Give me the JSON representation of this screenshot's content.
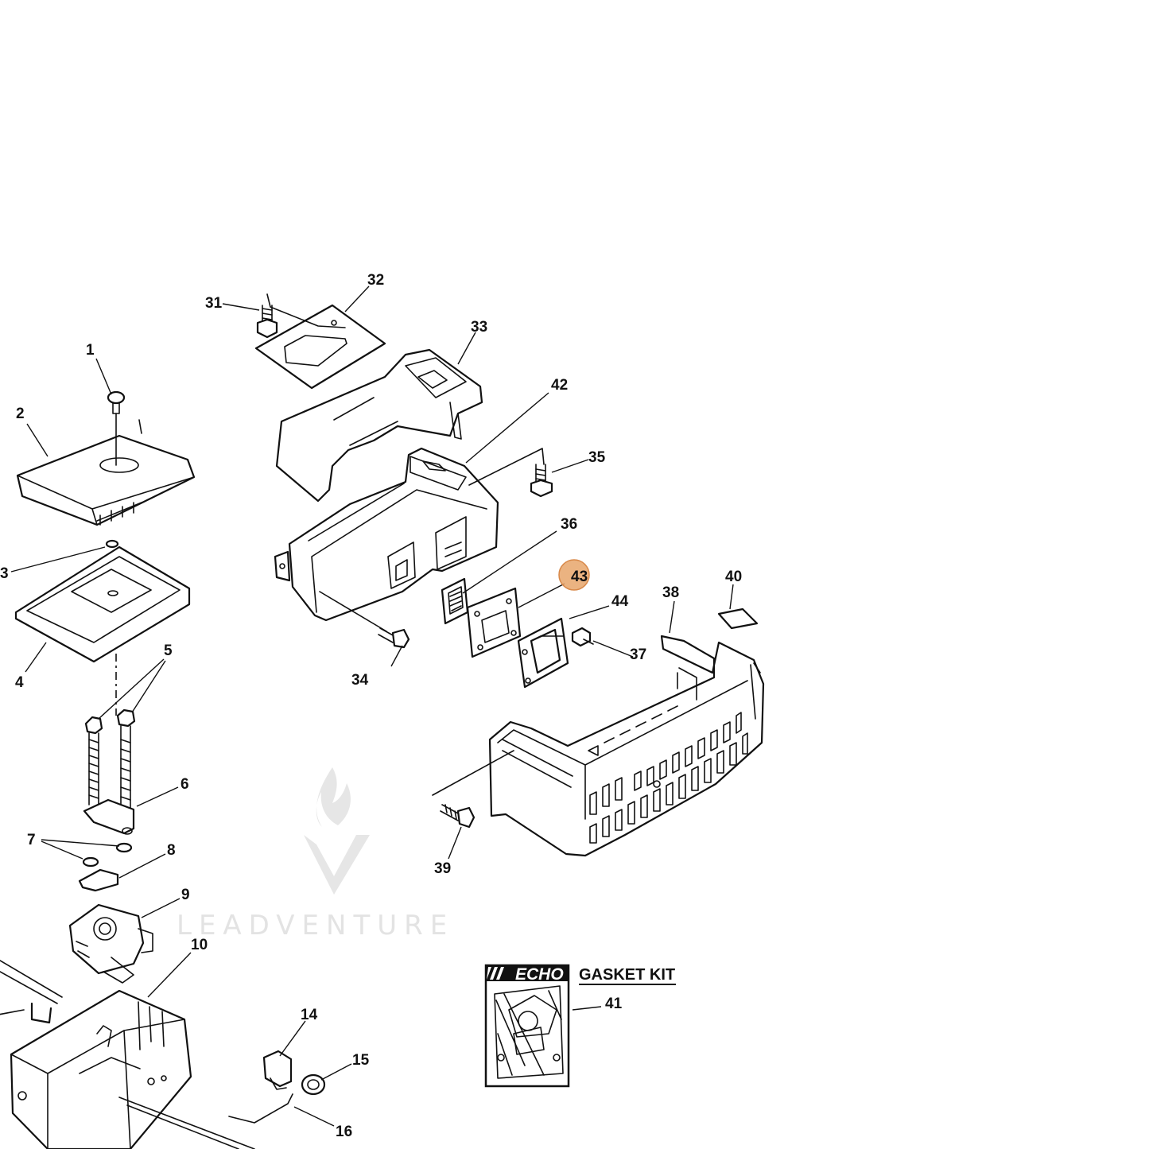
{
  "callouts": [
    {
      "id": "1",
      "label": "1"
    },
    {
      "id": "2",
      "label": "2"
    },
    {
      "id": "3",
      "label": "3"
    },
    {
      "id": "4",
      "label": "4"
    },
    {
      "id": "5",
      "label": "5"
    },
    {
      "id": "6",
      "label": "6"
    },
    {
      "id": "7",
      "label": "7"
    },
    {
      "id": "8",
      "label": "8"
    },
    {
      "id": "9",
      "label": "9"
    },
    {
      "id": "10",
      "label": "10"
    },
    {
      "id": "14",
      "label": "14"
    },
    {
      "id": "15",
      "label": "15"
    },
    {
      "id": "16",
      "label": "16"
    },
    {
      "id": "31",
      "label": "31"
    },
    {
      "id": "32",
      "label": "32"
    },
    {
      "id": "33",
      "label": "33"
    },
    {
      "id": "34",
      "label": "34"
    },
    {
      "id": "35",
      "label": "35"
    },
    {
      "id": "36",
      "label": "36"
    },
    {
      "id": "37",
      "label": "37"
    },
    {
      "id": "38",
      "label": "38"
    },
    {
      "id": "39",
      "label": "39"
    },
    {
      "id": "40",
      "label": "40"
    },
    {
      "id": "41",
      "label": "41"
    },
    {
      "id": "42",
      "label": "42"
    },
    {
      "id": "43",
      "label": "43",
      "highlighted": true
    },
    {
      "id": "44",
      "label": "44"
    }
  ],
  "highlight_color": "#e8a66b",
  "gasket_kit": {
    "brand": "ECHO",
    "title": "GASKET KIT",
    "part_number": "41"
  },
  "watermark": {
    "text": "LEADVENTURE",
    "color": "#e3e3e3"
  }
}
